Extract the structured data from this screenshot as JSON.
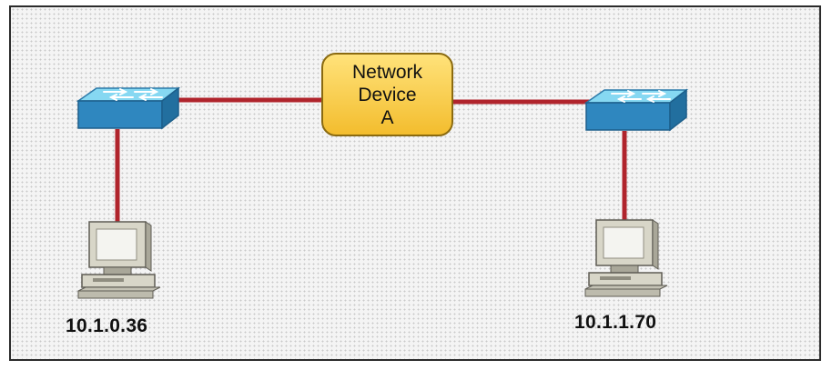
{
  "diagram": {
    "center_device": {
      "line1": "Network",
      "line2": "Device",
      "line3": "A"
    },
    "hosts": {
      "left_ip": "10.1.0.36",
      "right_ip": "10.1.1.70"
    },
    "colors": {
      "link": "#b0242c",
      "switch_top": "#7ed3ef",
      "switch_side": "#2f87bf",
      "device_fill": "#f3bd2e",
      "device_border": "#8a6a10",
      "pc_body": "#d8d6c8",
      "pc_shadow": "#8f8d80",
      "background_dots": "#c9c9c9"
    },
    "icons": [
      "switch-icon",
      "computer-icon"
    ]
  }
}
